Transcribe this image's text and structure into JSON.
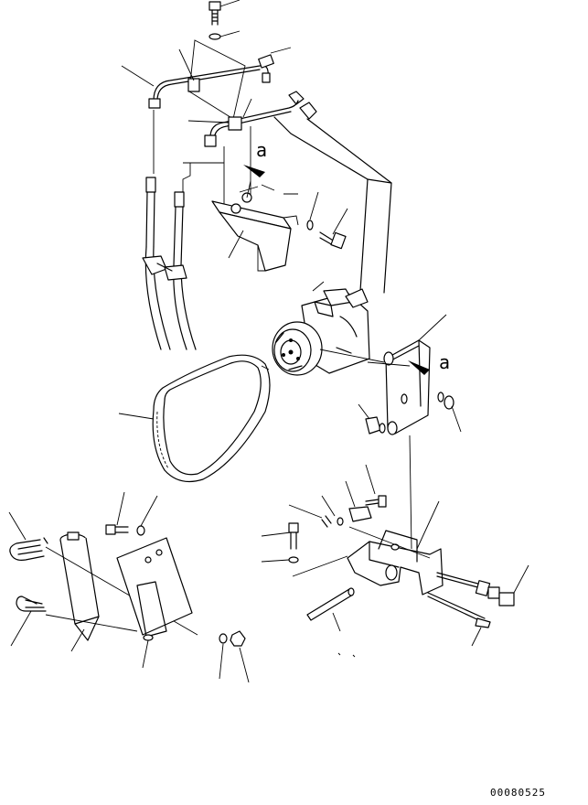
{
  "view_labels": [
    "a",
    "a"
  ],
  "drawing_code": "00080525"
}
